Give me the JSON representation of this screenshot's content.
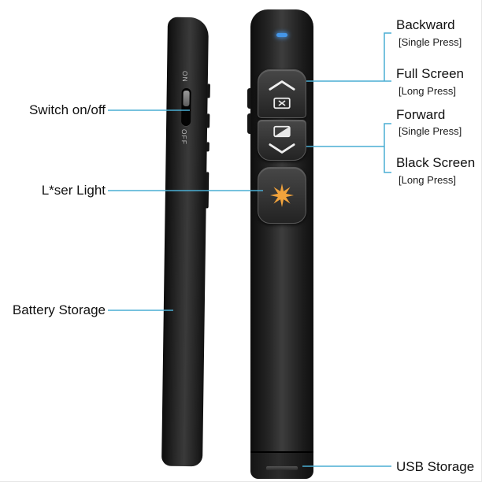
{
  "labels": {
    "switch": "Switch on/off",
    "laser": "L*ser Light",
    "battery": "Battery Storage",
    "usb": "USB Storage",
    "backward": "Backward",
    "backward_note": "[Single Press]",
    "full_screen": "Full Screen",
    "full_screen_note": "[Long Press]",
    "forward": "Forward",
    "forward_note": "[Single Press]",
    "black_screen": "Black Screen",
    "black_screen_note": "[Long Press]"
  },
  "device": {
    "switch_on": "ON",
    "switch_off": "OFF"
  },
  "colors": {
    "callout_line": "#4aaed3",
    "led_indicator": "#4596e8",
    "laser_burst": "#f2a33c",
    "device_body": "#1c1c1c"
  },
  "icons": {
    "chevron_up_icon": "∧",
    "chevron_down_icon": "∨",
    "fullscreen_icon": "screen outline with cross",
    "black_screen_icon": "screen half-filled diagonally",
    "laser_burst_icon": "8-point orange star",
    "led_indicator": "blue pill light"
  }
}
